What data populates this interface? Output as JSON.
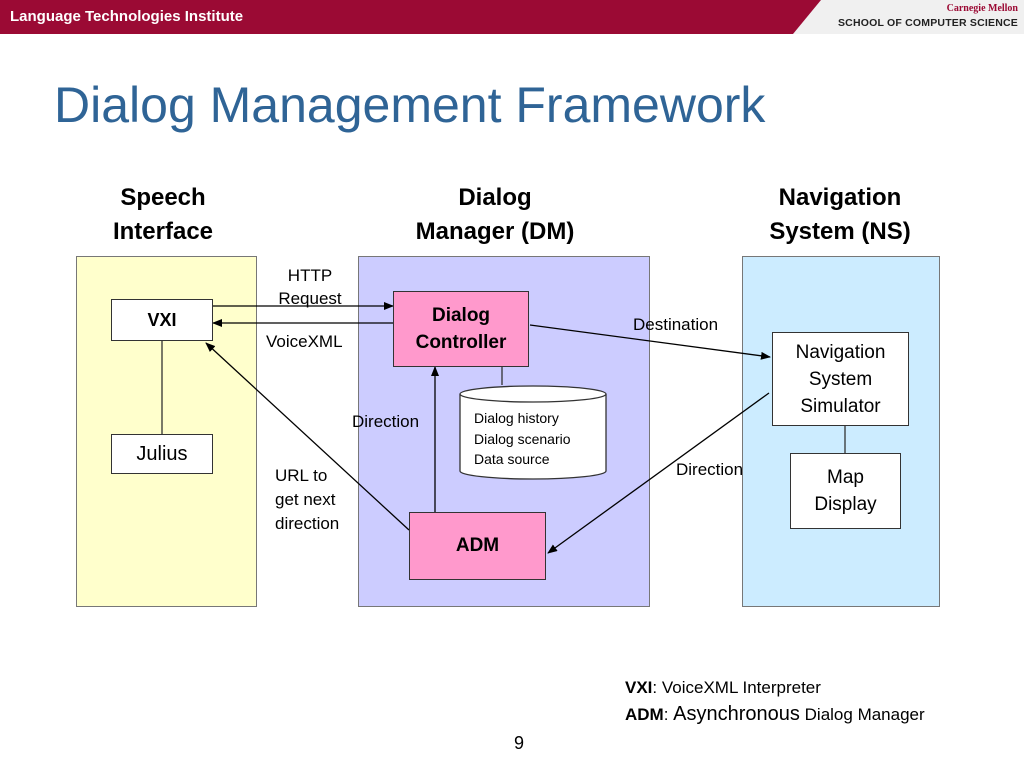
{
  "header": {
    "institute": "Language Technologies Institute",
    "university": "Carnegie Mellon",
    "school": "SCHOOL OF COMPUTER SCIENCE"
  },
  "slide": {
    "title": "Dialog Management Framework",
    "page_number": "9"
  },
  "columns": {
    "speech": [
      "Speech",
      "Interface"
    ],
    "dm": [
      "Dialog",
      "Manager (DM)"
    ],
    "ns": [
      "Navigation",
      "System (NS)"
    ]
  },
  "nodes": {
    "vxi": "VXI",
    "julius": "Julius",
    "dialog_controller": [
      "Dialog",
      "Controller"
    ],
    "database": [
      "Dialog history",
      "Dialog scenario",
      "Data source"
    ],
    "adm": "ADM",
    "nav_simulator": [
      "Navigation",
      "System",
      "Simulator"
    ],
    "map_display": [
      "Map",
      "Display"
    ]
  },
  "edge_labels": {
    "http_request": [
      "HTTP",
      "Request"
    ],
    "voicexml": "VoiceXML",
    "destination": "Destination",
    "direction_dm": "Direction",
    "direction_ns": "Direction",
    "url": [
      "URL to",
      "get next",
      "direction"
    ]
  },
  "legend": {
    "vxi_abbr": "VXI",
    "vxi_desc": ": VoiceXML Interpreter",
    "adm_abbr": "ADM",
    "adm_sep": ": ",
    "adm_desc_a": "Asynchronous",
    "adm_desc_b": " Dialog Manager"
  },
  "colors": {
    "header": "#9b0a34",
    "title": "#2f6496",
    "speech_panel": "#ffffcc",
    "dm_panel": "#ccccff",
    "ns_panel": "#ccecff",
    "dm_node": "#ff99cc"
  }
}
